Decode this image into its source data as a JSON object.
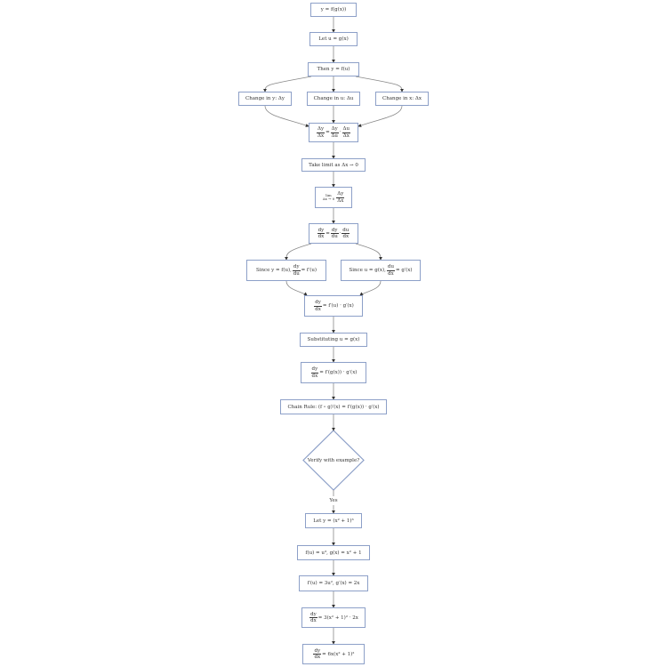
{
  "colors": {
    "border": "#8da0c8",
    "edge": "#888888"
  },
  "nodes": [
    {
      "id": "n1",
      "segments": [
        {
          "t": "y = f(g(x))"
        }
      ]
    },
    {
      "id": "n2",
      "segments": [
        {
          "t": "Let u = g(x)"
        }
      ]
    },
    {
      "id": "n3",
      "segments": [
        {
          "t": "Then y = f(u)"
        }
      ]
    },
    {
      "id": "n4a",
      "segments": [
        {
          "t": "Change in y: Δy"
        }
      ]
    },
    {
      "id": "n4b",
      "segments": [
        {
          "t": "Change in u: Δu"
        }
      ]
    },
    {
      "id": "n4c",
      "segments": [
        {
          "t": "Change in x: Δx"
        }
      ]
    },
    {
      "id": "n5",
      "segments": [
        {
          "f": [
            "Δy",
            "Δx"
          ]
        },
        {
          "t": " = "
        },
        {
          "f": [
            "Δy",
            "Δu"
          ]
        },
        {
          "t": " · "
        },
        {
          "f": [
            "Δu",
            "Δx"
          ]
        }
      ]
    },
    {
      "id": "n6",
      "segments": [
        {
          "t": "Take limit as Δx → 0"
        }
      ]
    },
    {
      "id": "n7",
      "segments": [
        {
          "f": [
            "lim",
            "Δx → 0"
          ]
        },
        {
          "f": [
            "Δy",
            "Δx"
          ]
        }
      ]
    },
    {
      "id": "n8",
      "segments": [
        {
          "f": [
            "dy",
            "dx"
          ]
        },
        {
          "t": " = "
        },
        {
          "f": [
            "dy",
            "du"
          ]
        },
        {
          "t": " · "
        },
        {
          "f": [
            "du",
            "dx"
          ]
        }
      ]
    },
    {
      "id": "n9a",
      "segments": [
        {
          "t": "Since y = f(u), "
        },
        {
          "f": [
            "dy",
            "du"
          ]
        },
        {
          "t": " = f′(u)"
        }
      ]
    },
    {
      "id": "n9b",
      "segments": [
        {
          "t": "Since u = g(x), "
        },
        {
          "f": [
            "du",
            "dx"
          ]
        },
        {
          "t": " = g′(x)"
        }
      ]
    },
    {
      "id": "n10",
      "segments": [
        {
          "f": [
            "dy",
            "dx"
          ]
        },
        {
          "t": " = f′(u) · g′(x)"
        }
      ]
    },
    {
      "id": "n11",
      "segments": [
        {
          "t": "Substituting u = g(x)"
        }
      ]
    },
    {
      "id": "n12",
      "segments": [
        {
          "f": [
            "dy",
            "dx"
          ]
        },
        {
          "t": " = f′(g(x)) · g′(x)"
        }
      ]
    },
    {
      "id": "n13",
      "segments": [
        {
          "t": "Chain Rule: (f ∘ g)′(x) = f′(g(x)) · g′(x)"
        }
      ]
    },
    {
      "id": "n14",
      "segments": [
        {
          "t": "Verify with example?"
        }
      ]
    },
    {
      "id": "n15",
      "segments": [
        {
          "t": "Let y = (x² + 1)³"
        }
      ]
    },
    {
      "id": "n16",
      "segments": [
        {
          "t": "f(u) = u³, g(x) = x² + 1"
        }
      ]
    },
    {
      "id": "n17",
      "segments": [
        {
          "t": "f′(u) = 3u², g′(x) = 2x"
        }
      ]
    },
    {
      "id": "n18",
      "segments": [
        {
          "f": [
            "dy",
            "dx"
          ]
        },
        {
          "t": " = 3(x² + 1)² · 2x"
        }
      ]
    },
    {
      "id": "n19",
      "segments": [
        {
          "f": [
            "dy",
            "dx"
          ]
        },
        {
          "t": " = 6x(x² + 1)²"
        }
      ]
    }
  ],
  "edge_labels": {
    "yes": "Yes"
  }
}
